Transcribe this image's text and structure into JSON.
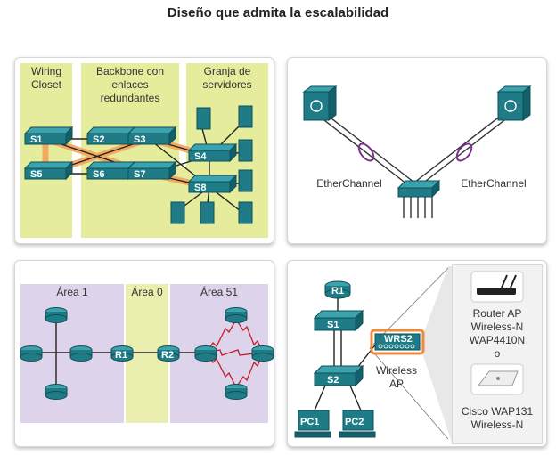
{
  "title": "Diseño que admita la escalabilidad",
  "panel1": {
    "zones": [
      {
        "label": "Wiring\nCloset"
      },
      {
        "label": "Backbone con\nenlaces\nredundantes"
      },
      {
        "label": "Granja de\nservidores"
      }
    ],
    "switches": [
      "S1",
      "S2",
      "S3",
      "S4",
      "S5",
      "S6",
      "S7",
      "S8"
    ]
  },
  "panel2": {
    "left_label": "EtherChannel",
    "right_label": "EtherChannel"
  },
  "panel3": {
    "areas": [
      "Área 1",
      "Área 0",
      "Área 51"
    ],
    "routers": [
      "R1",
      "R2"
    ]
  },
  "panel4": {
    "router": "R1",
    "switches": [
      "S1",
      "S2"
    ],
    "pcs": [
      "PC1",
      "PC2"
    ],
    "wrs": "WRS2",
    "wireless_label": "Wireless\nAP",
    "device1": "Router AP\nWireless-N\nWAP4410N\no",
    "device2": "Cisco WAP131\nWireless-N"
  },
  "colors": {
    "zone_yellow": "#e5ec9c",
    "area_purple": "#ddd3ea",
    "area_yellow": "#eaefb0",
    "device_teal": "#1f7c87",
    "redundant_link": "#f4a35b",
    "etherchannel_ring": "#7b2f8e",
    "ospf_red": "#c0202a"
  }
}
